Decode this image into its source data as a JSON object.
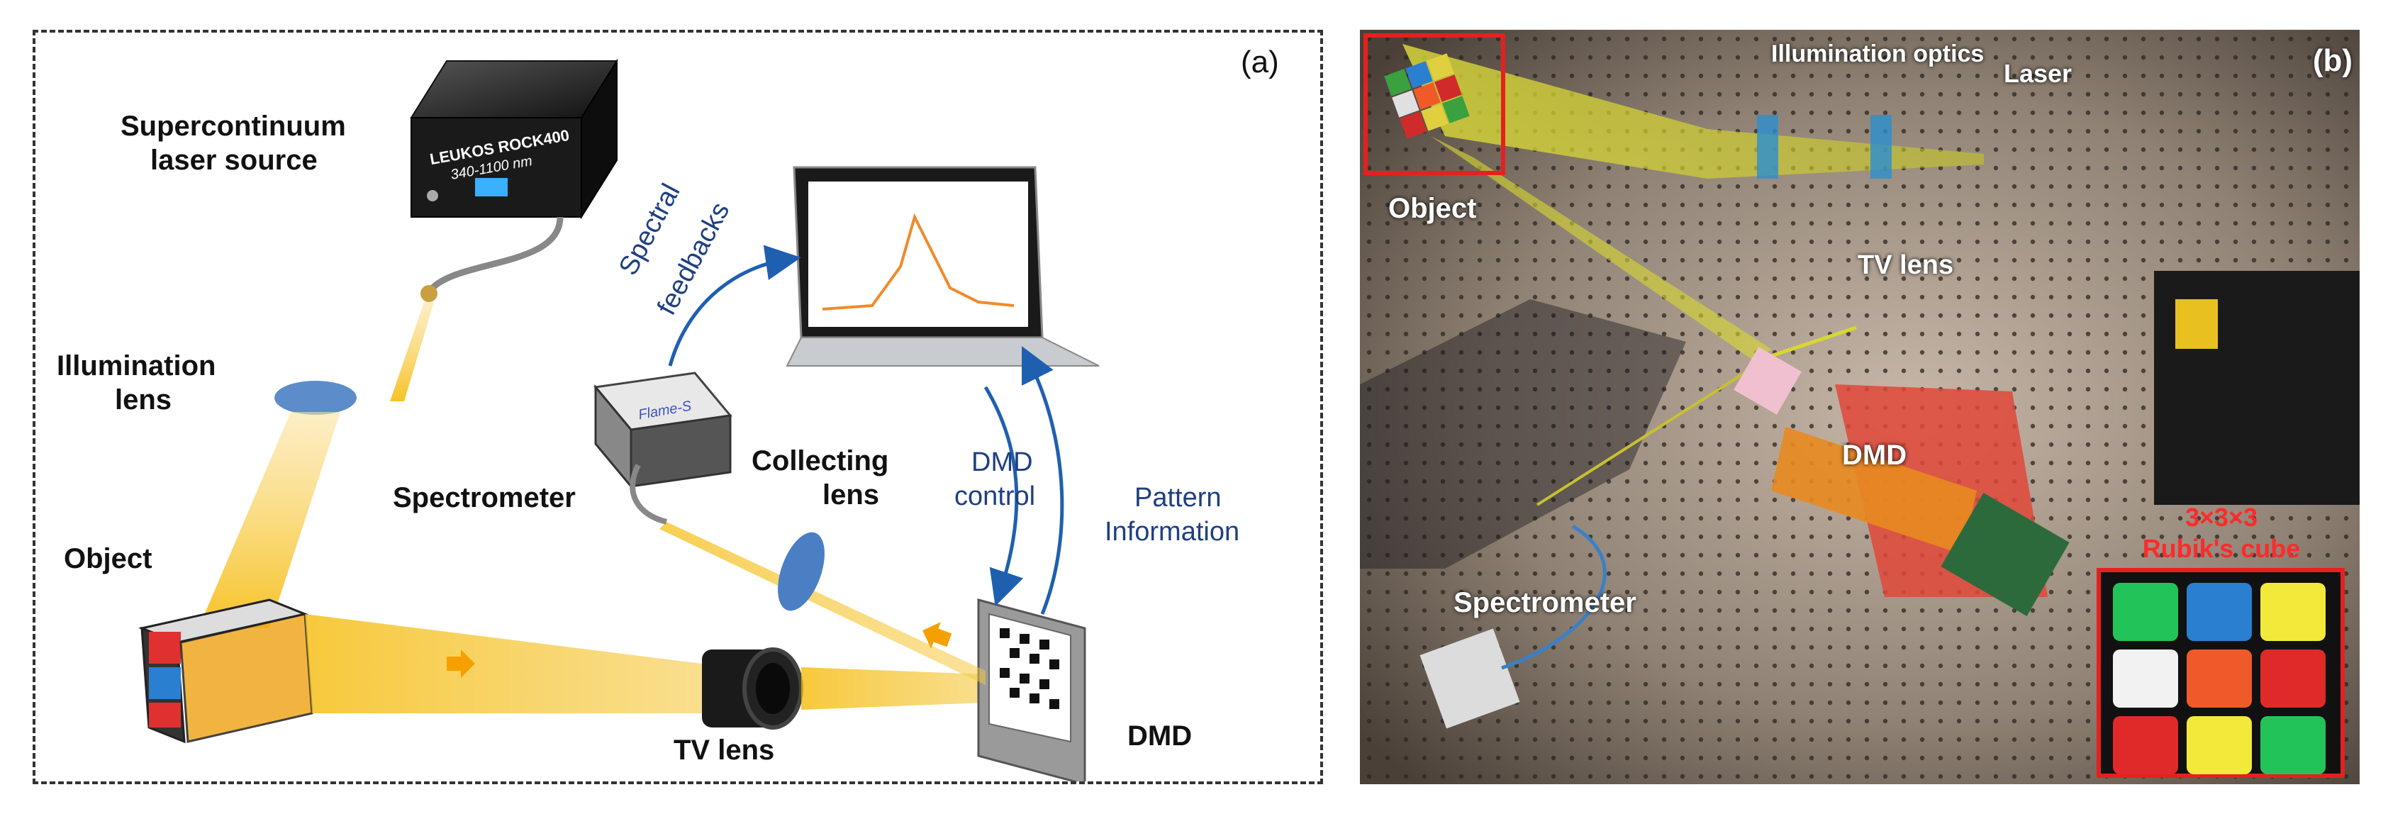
{
  "panel_a": {
    "tag": "(a)",
    "laser_label_1": "Supercontinuum",
    "laser_label_2": "laser source",
    "laser_brand": "LEUKOS ROCK400",
    "laser_range": "340-1100 nm",
    "illumination_lens_1": "Illumination",
    "illumination_lens_2": "lens",
    "object": "Object",
    "tv_lens": "TV lens",
    "dmd": "DMD",
    "spectrometer": "Spectrometer",
    "spectrometer_brand": "Flame-S",
    "collecting_lens_1": "Collecting",
    "collecting_lens_2": "lens",
    "spectral_feedbacks_1": "Spectral",
    "spectral_feedbacks_2": "feedbacks",
    "dmd_control_1": "DMD",
    "dmd_control_2": "control",
    "pattern_info_1": "Pattern",
    "pattern_info_2": "Information"
  },
  "panel_b": {
    "tag": "(b)",
    "illumination_optics": "Illumination optics",
    "laser": "Laser",
    "object": "Object",
    "tv_lens": "TV lens",
    "dmd": "DMD",
    "spectrometer": "Spectrometer",
    "cube_1": "3×3×3",
    "cube_2": "Rubik's cube",
    "cube_colors": [
      "#22c45a",
      "#2a7fd0",
      "#f2e93a",
      "#f2f2f2",
      "#f05a28",
      "#e02a2a",
      "#e02a2a",
      "#f2e93a",
      "#22c45a"
    ]
  },
  "colors": {
    "beam": "#f5b800",
    "lens": "#4a7fc4",
    "arrow_blue": "#1f5fb0",
    "label_blue": "#1f3f80",
    "highlight_red": "#e52020"
  }
}
